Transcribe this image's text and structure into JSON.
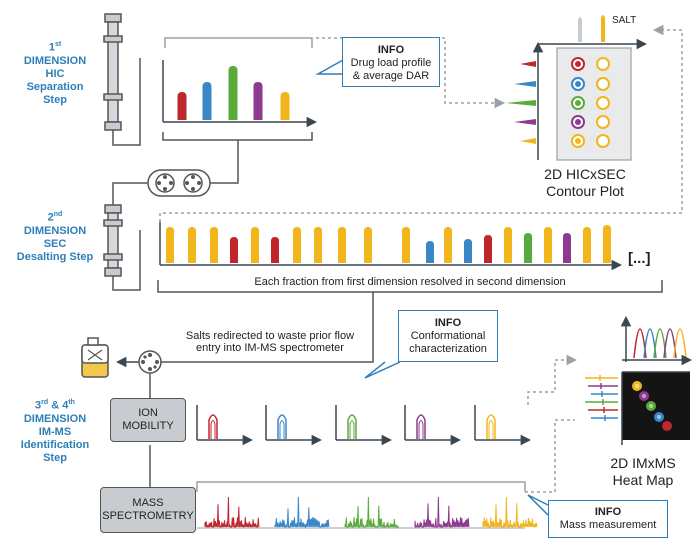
{
  "steps": {
    "first": {
      "ord": "1",
      "sup": "st",
      "l1": "DIMENSION",
      "l2": "HIC",
      "l3": "Separation",
      "l4": "Step"
    },
    "second": {
      "ord": "2",
      "sup": "nd",
      "l1": "DIMENSION",
      "l2": "SEC",
      "l3": "Desalting Step"
    },
    "third": {
      "ord1": "3",
      "sup1": "rd",
      "amp": " & ",
      "ord2": "4",
      "sup2": "th",
      "l1": "DIMENSION",
      "l2": "IM-MS",
      "l3": "Identification",
      "l4": "Step"
    }
  },
  "info_hic": {
    "title": "INFO",
    "l1": "Drug load profile",
    "l2": "& average DAR"
  },
  "info_conf": {
    "title": "INFO",
    "l1": "Conformational",
    "l2": "characterization"
  },
  "info_mass": {
    "title": "INFO",
    "l1": "Mass measurement"
  },
  "salt_label": "SALT",
  "contour_label": {
    "l1": "2D HICxSEC",
    "l2": "Contour Plot"
  },
  "heatmap_label": {
    "l1": "2D IMxMS",
    "l2": "Heat Map"
  },
  "fraction_text": "Each fraction from first dimension resolved in second dimension",
  "ellipsis": "[...]",
  "waste_text": {
    "l1": "Salts redirected to waste prior flow",
    "l2": "entry into IM-MS spectrometer"
  },
  "ion_mobility": {
    "l1": "ION",
    "l2": "MOBILITY"
  },
  "mass_spec": {
    "l1": "MASS",
    "l2": "SPECTROMETRY"
  },
  "colors": {
    "red": "#c0272d",
    "blue": "#3a87c8",
    "green": "#5aab3c",
    "purple": "#8e3a8e",
    "yellow": "#f2b51c",
    "accent": "#2e7fb8",
    "gray": "#555555"
  },
  "peak_sequence": [
    "red",
    "blue",
    "green",
    "purple",
    "yellow"
  ]
}
